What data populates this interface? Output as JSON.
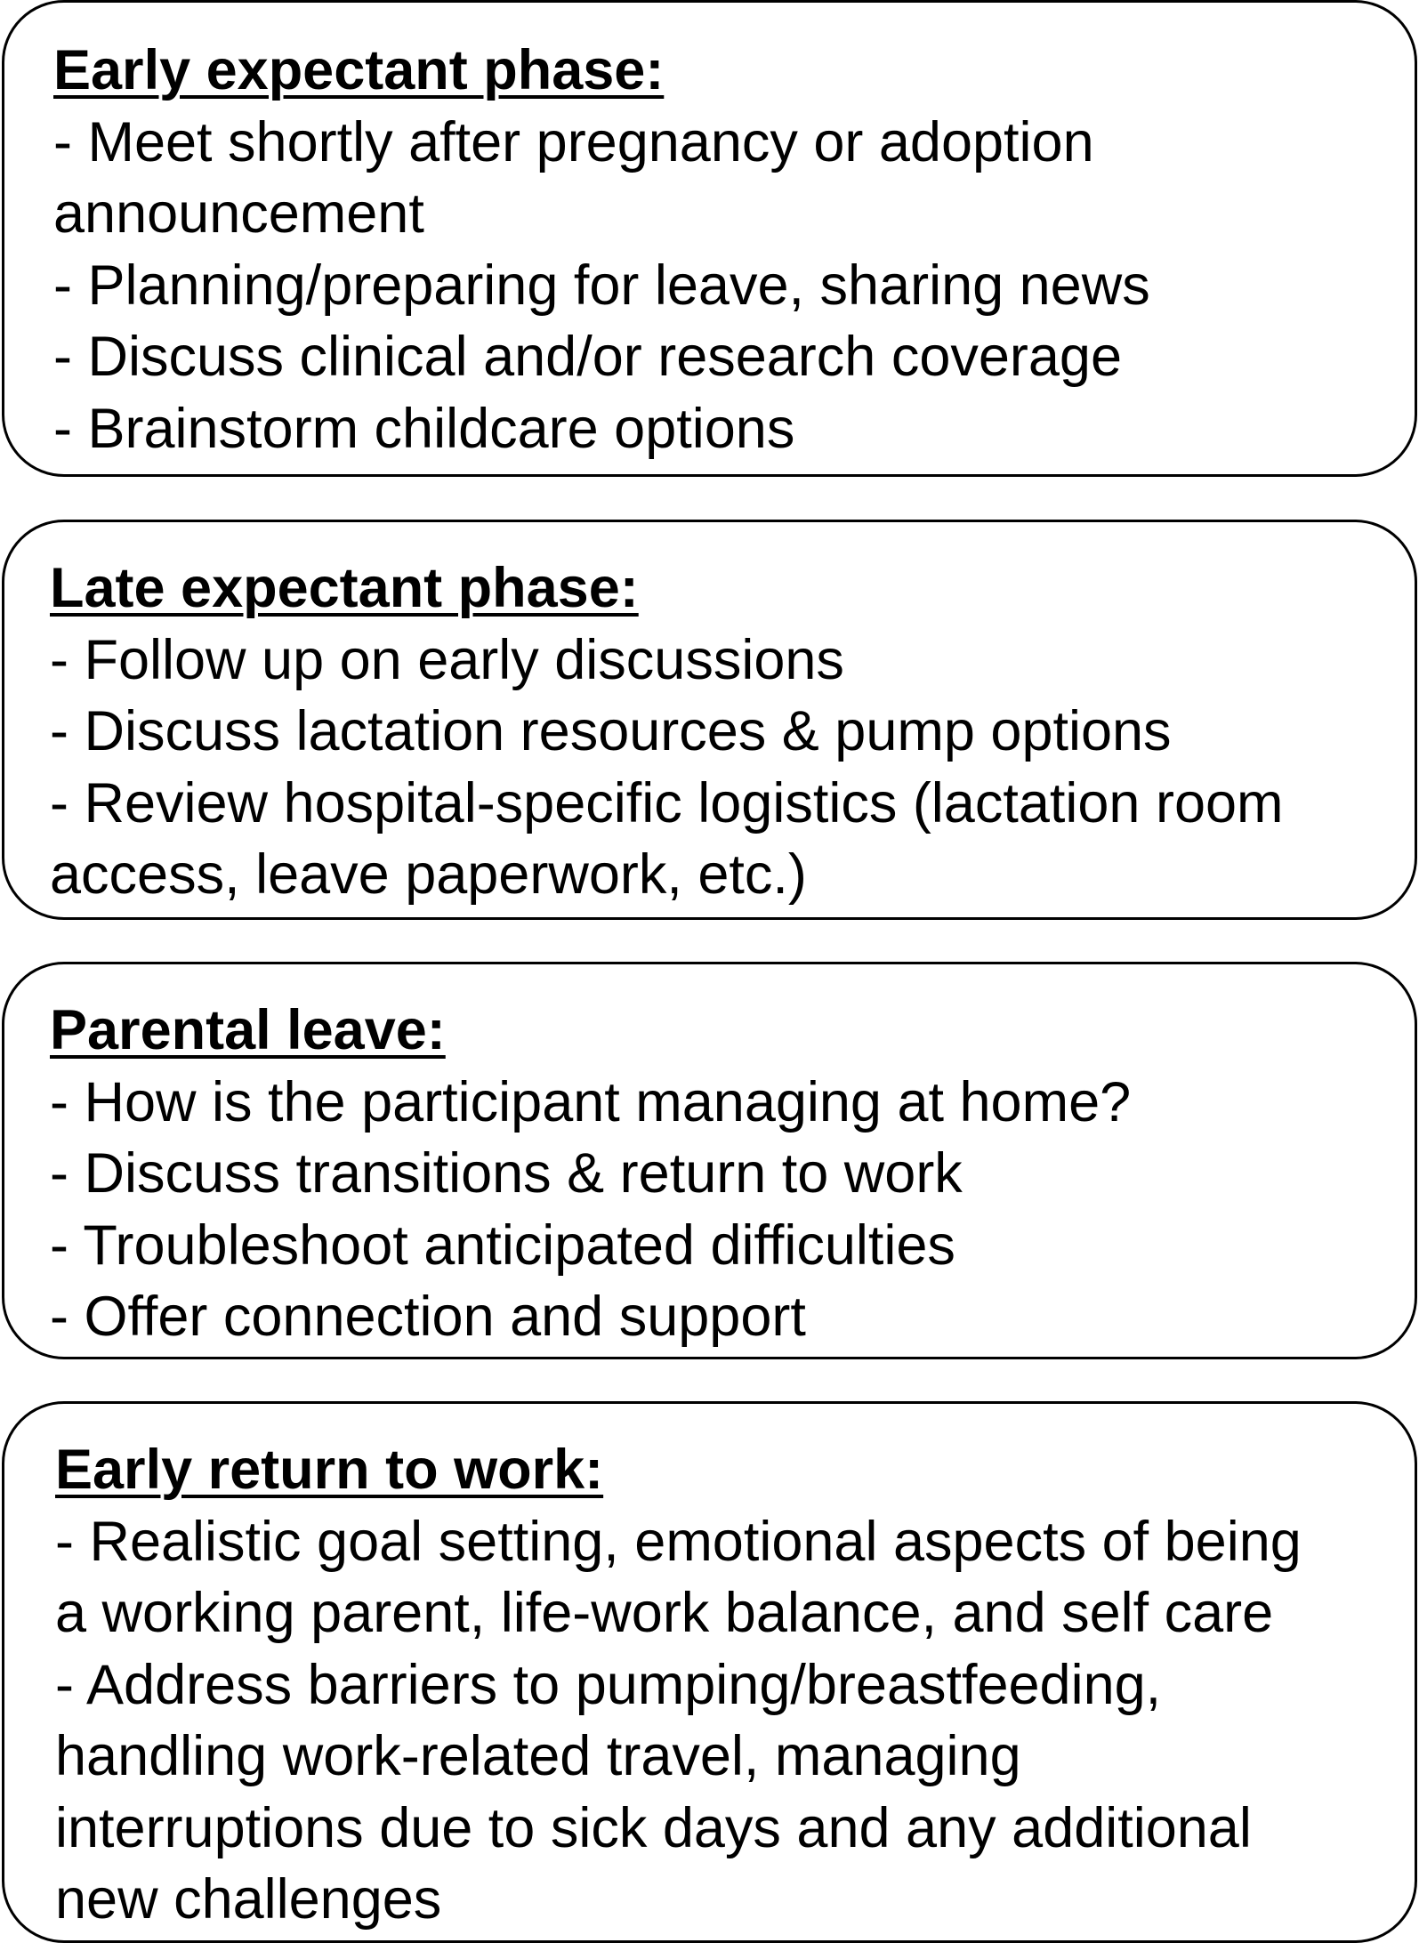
{
  "phases": [
    {
      "title": "Early expectant phase:",
      "lines": [
        "- Meet shortly after pregnancy or adoption",
        "announcement",
        "- Planning/preparing for leave, sharing news",
        "- Discuss clinical and/or research coverage",
        "- Brainstorm childcare options"
      ]
    },
    {
      "title": "Late expectant phase:",
      "lines": [
        "- Follow up on early discussions",
        "- Discuss lactation resources & pump options",
        "- Review hospital-specific logistics (lactation room",
        "access, leave paperwork, etc.)"
      ]
    },
    {
      "title": "Parental leave:",
      "lines": [
        "- How is the participant managing at home?",
        "- Discuss transitions & return to work",
        "- Troubleshoot anticipated difficulties",
        "- Offer connection and support"
      ]
    },
    {
      "title": "Early return to work:",
      "lines": [
        "- Realistic goal setting, emotional aspects of being",
        "a working parent, life-work balance, and self care",
        "- Address barriers to pumping/breastfeeding,",
        "handling work-related travel, managing",
        "interruptions due to sick days and any additional",
        "new challenges"
      ]
    }
  ]
}
